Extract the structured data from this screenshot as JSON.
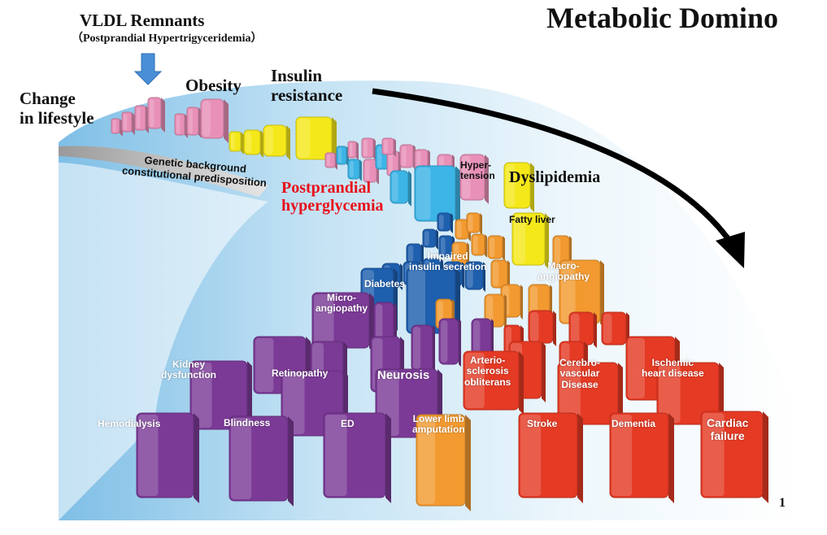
{
  "title": "Metabolic Domino",
  "page_number": "1",
  "top_labels": {
    "vldl_title": "VLDL Remnants",
    "vldl_sub": "（Postprandial Hypertrigyceridemia）",
    "change_lifestyle": "Change\nin lifestyle",
    "obesity": "Obesity",
    "insulin_resistance": "Insulin\nresistance",
    "genetic": "Genetic background\nconstitutional predisposition",
    "postprandial_hyperglycemia": "Postprandial\nhyperglycemia",
    "hypertension": "Hyper-\ntension",
    "dyslipidemia": "Dyslipidemia",
    "fatty_liver": "Fatty liver"
  },
  "domino_labels": {
    "impaired_insulin_secretion": "Impaired\ninsulin secretion",
    "diabetes": "Diabetes",
    "macroangiopathy": "Macro-\nangiopathy",
    "microangiopathy": "Micro-\nangiopathy",
    "kidney_dysfunction": "Kidney\ndysfunction",
    "retinopathy": "Retinopathy",
    "neurosis": "Neurosis",
    "arteriosclerosis_obliterans": "Arterio-\nsclerosis\nobliterans",
    "cerebrovascular_disease": "Cerebro-\nvascular\nDisease",
    "ischemic_heart_disease": "Ischemic\nheart disease",
    "hemodialysis": "Hemodialysis",
    "blindness": "Blindness",
    "ed": "ED",
    "lower_limb_amputation": "Lower limb\namputation",
    "stroke": "Stroke",
    "dementia": "Dementia",
    "cardiac_failure": "Cardiac\nfailure"
  },
  "colors": {
    "pink": "#e890b8",
    "yellow": "#f5e81a",
    "cyan": "#3cb4e6",
    "blue": "#1e5fae",
    "orange": "#f29a30",
    "purple": "#7b3a96",
    "red": "#e53a24",
    "title_red": "#e8101a",
    "background_blue": "#a8d4ef"
  }
}
